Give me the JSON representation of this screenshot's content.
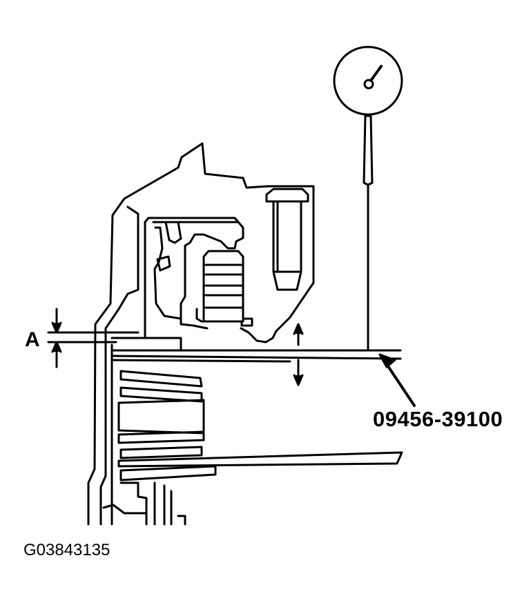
{
  "labels": {
    "clearance": "A",
    "tool_part_number": "09456-39100",
    "figure_code": "G03843135"
  },
  "colors": {
    "ink": "#000000",
    "paper": "#ffffff"
  }
}
